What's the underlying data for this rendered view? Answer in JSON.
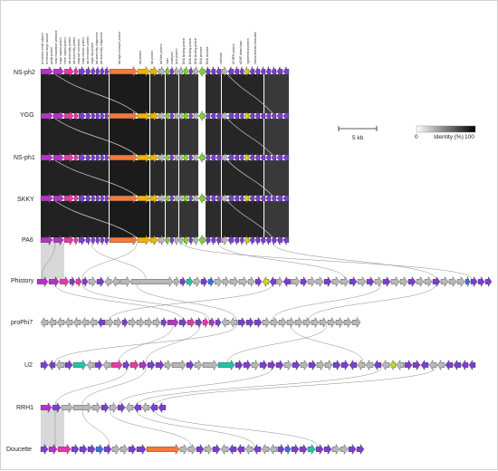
{
  "genome_labels": [
    "NS-ph2",
    "YGG",
    "NS-ph1",
    "SKKY",
    "PA6",
    "Phistory",
    "proPhi7",
    "U2",
    "RRH1",
    "Doucette"
  ],
  "scale_bar": {
    "label": "5 kb"
  },
  "identity_legend": {
    "title": "Identity (%)",
    "min": "0",
    "max": "100"
  },
  "gene_annotations": [
    "terminase small subunit",
    "terminase large subunit",
    "portal protein",
    "head maturation protease",
    "major capsid protein",
    "minor capsid protein",
    "tail assembly protein",
    "tail assembly protein",
    "head-tail connector",
    "head closure protein",
    "tail terminator protein",
    "major tail protein",
    "tail assembly chaperone",
    "tail assembly chaperone",
    "tail tape measure protein",
    "tail protein",
    "tail protein",
    "tail fiber protein",
    "holin",
    "endolysin",
    "lysis protein",
    "DNA binding protein",
    "DNA binding protein",
    "DNA binding protein",
    "DNA primase",
    "DNA helicase",
    "nuclease",
    "MTHFR protein",
    "dCMP deaminase",
    "hypothetical protein",
    "ribonucleotide reductase"
  ],
  "colors": {
    "terminase": "#b532c8",
    "portal": "#e83aa6",
    "capsid": "#7a3fd0",
    "tape_measure": "#f47a3c",
    "tail": "#f4b300",
    "lysis": "#7cd62a",
    "replication": "#6b2fb5",
    "integrase": "#21c4a8",
    "regulator": "#3d6fe0",
    "hypothetical": "#b8b8b8",
    "other": "#c8d42a",
    "link_dark": "#0d0d0d",
    "link_light": "#cfcfcf"
  }
}
